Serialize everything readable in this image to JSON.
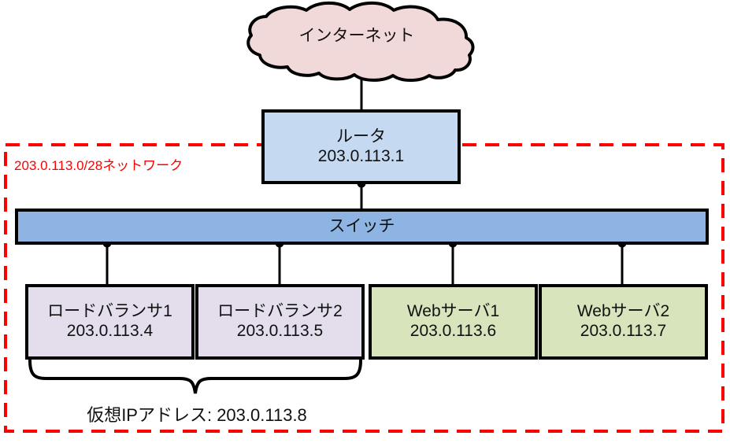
{
  "diagram": {
    "title": "203.0.113.0/28 network topology",
    "colors": {
      "cloud_fill": "#f2d9d9",
      "router_fill": "#c5d9f1",
      "switch_fill": "#8db4e2",
      "loadbalancer_fill": "#e3ddec",
      "webserver_fill": "#d8e4bc",
      "stroke": "#000000",
      "network_boundary": "#ff0000"
    },
    "cloud": {
      "icon": "cloud-icon",
      "label": "インターネット"
    },
    "router": {
      "icon": "router-box-icon",
      "name": "ルータ",
      "ip": "203.0.113.1"
    },
    "switch": {
      "icon": "switch-bar-icon",
      "name": "スイッチ"
    },
    "boundary": {
      "label": "203.0.113.0/28ネットワーク",
      "style": "dashed"
    },
    "nodes": [
      {
        "name": "ロードバランサ1",
        "ip": "203.0.113.4",
        "kind": "load-balancer"
      },
      {
        "name": "ロードバランサ2",
        "ip": "203.0.113.5",
        "kind": "load-balancer"
      },
      {
        "name": "Webサーバ1",
        "ip": "203.0.113.6",
        "kind": "web-server"
      },
      {
        "name": "Webサーバ2",
        "ip": "203.0.113.7",
        "kind": "web-server"
      }
    ],
    "virtual_ip": {
      "brace": "curly-brace-icon",
      "label": "仮想IPアドレス: 203.0.113.8"
    }
  }
}
